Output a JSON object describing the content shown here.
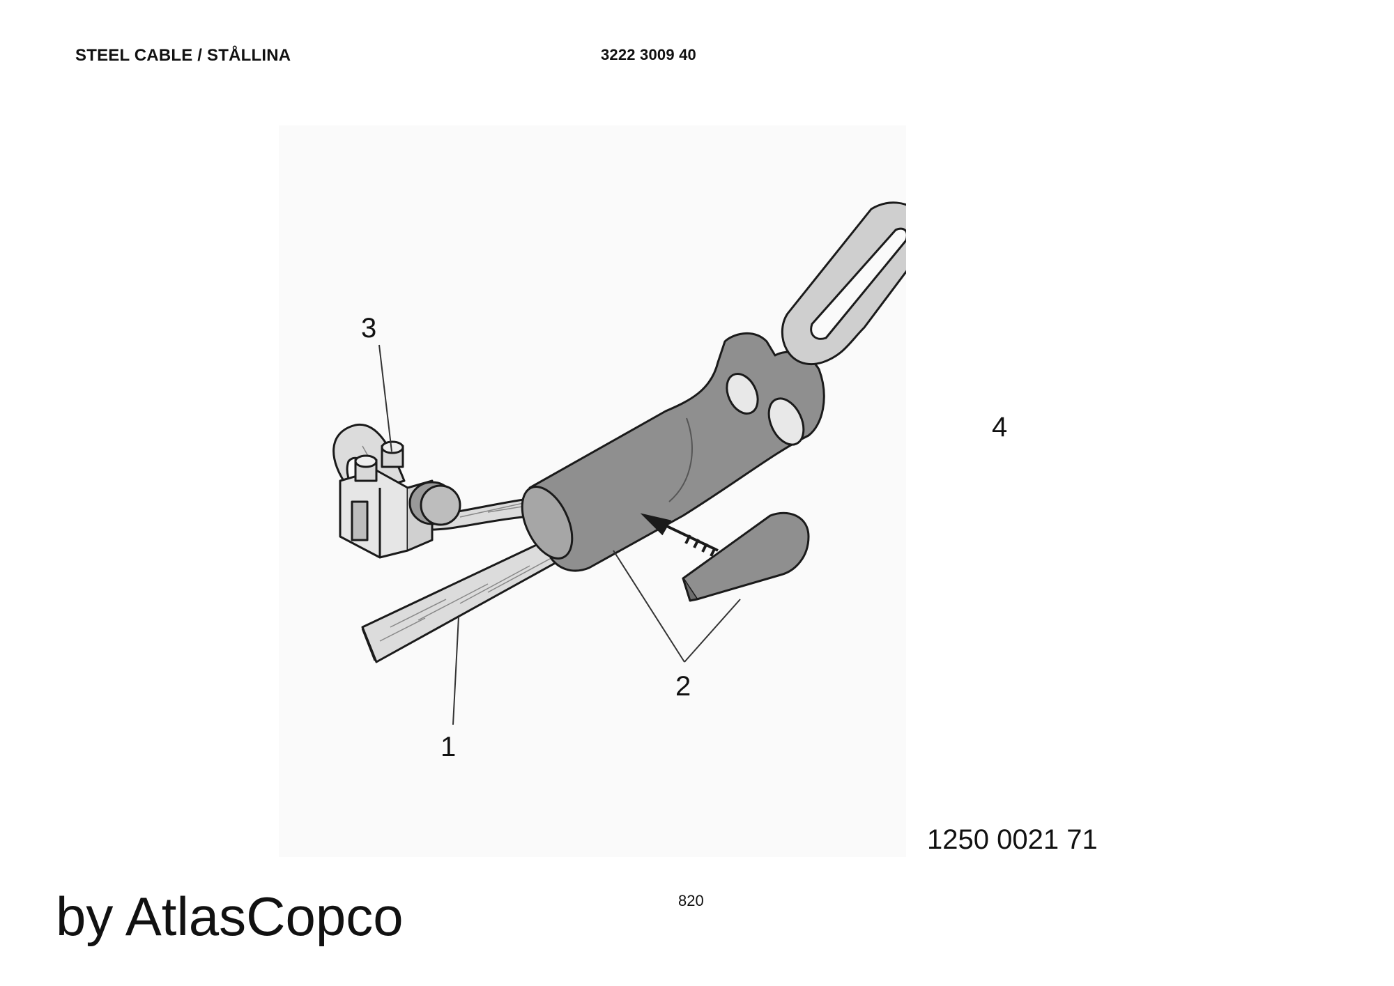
{
  "header": {
    "title": "STEEL CABLE / STÅLLINA",
    "part_number": "3222 3009 40"
  },
  "callouts": {
    "item1": "1",
    "item2": "2",
    "item3": "3",
    "item4": "4"
  },
  "drawing_reference": "1250 0021 71",
  "page_number": "820",
  "byline": "by AtlasCopco",
  "colors": {
    "part_fill": "#8f8f8f",
    "cable_fill": "#dcdcdc",
    "ring_fill": "#cfcfcf",
    "outline": "#1a1a1a",
    "leader": "#333333"
  }
}
